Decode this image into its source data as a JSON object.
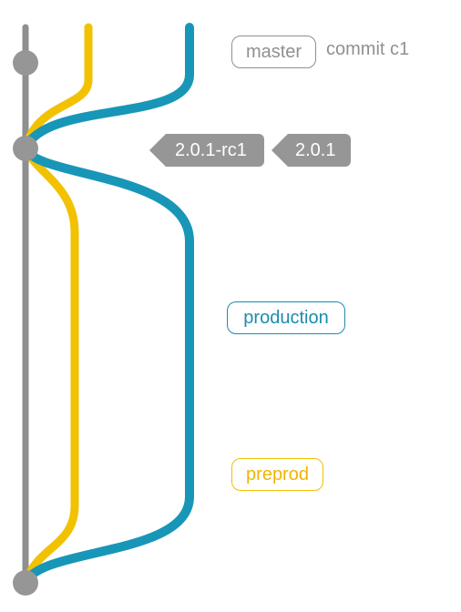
{
  "branches": {
    "master": {
      "label": "master",
      "color": "#8f8f8f"
    },
    "production": {
      "label": "production",
      "color": "#1a8caf"
    },
    "preprod": {
      "label": "preprod",
      "color": "#f2c200"
    }
  },
  "commit_label": "commit c1",
  "tags": [
    {
      "label": "2.0.1-rc1"
    },
    {
      "label": "2.0.1"
    }
  ],
  "colors": {
    "node": "#969696",
    "tag_bg": "#969696",
    "tag_text": "#ffffff"
  }
}
